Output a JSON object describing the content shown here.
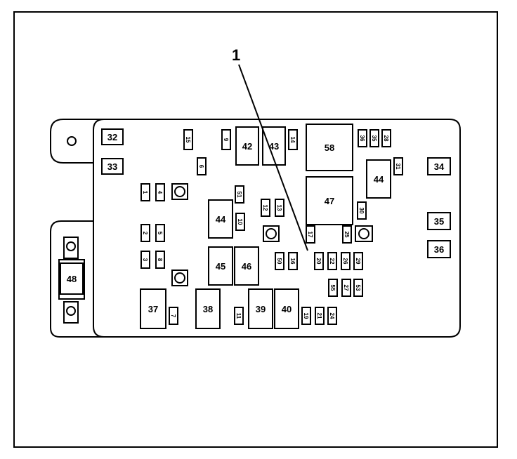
{
  "callout": {
    "label": "1"
  },
  "large_components": [
    "32",
    "33",
    "42",
    "43",
    "58",
    "47",
    "44",
    "34",
    "44",
    "35",
    "36",
    "45",
    "46",
    "48",
    "37",
    "38",
    "39",
    "40"
  ],
  "small_fuses": [
    "15",
    "9",
    "14",
    "36",
    "35",
    "28",
    "31",
    "6",
    "1",
    "4",
    "51",
    "12",
    "13",
    "30",
    "2",
    "5",
    "10",
    "17",
    "25",
    "3",
    "8",
    "50",
    "16",
    "20",
    "22",
    "26",
    "29",
    "55",
    "27",
    "53",
    "7",
    "11",
    "19",
    "21",
    "24"
  ]
}
